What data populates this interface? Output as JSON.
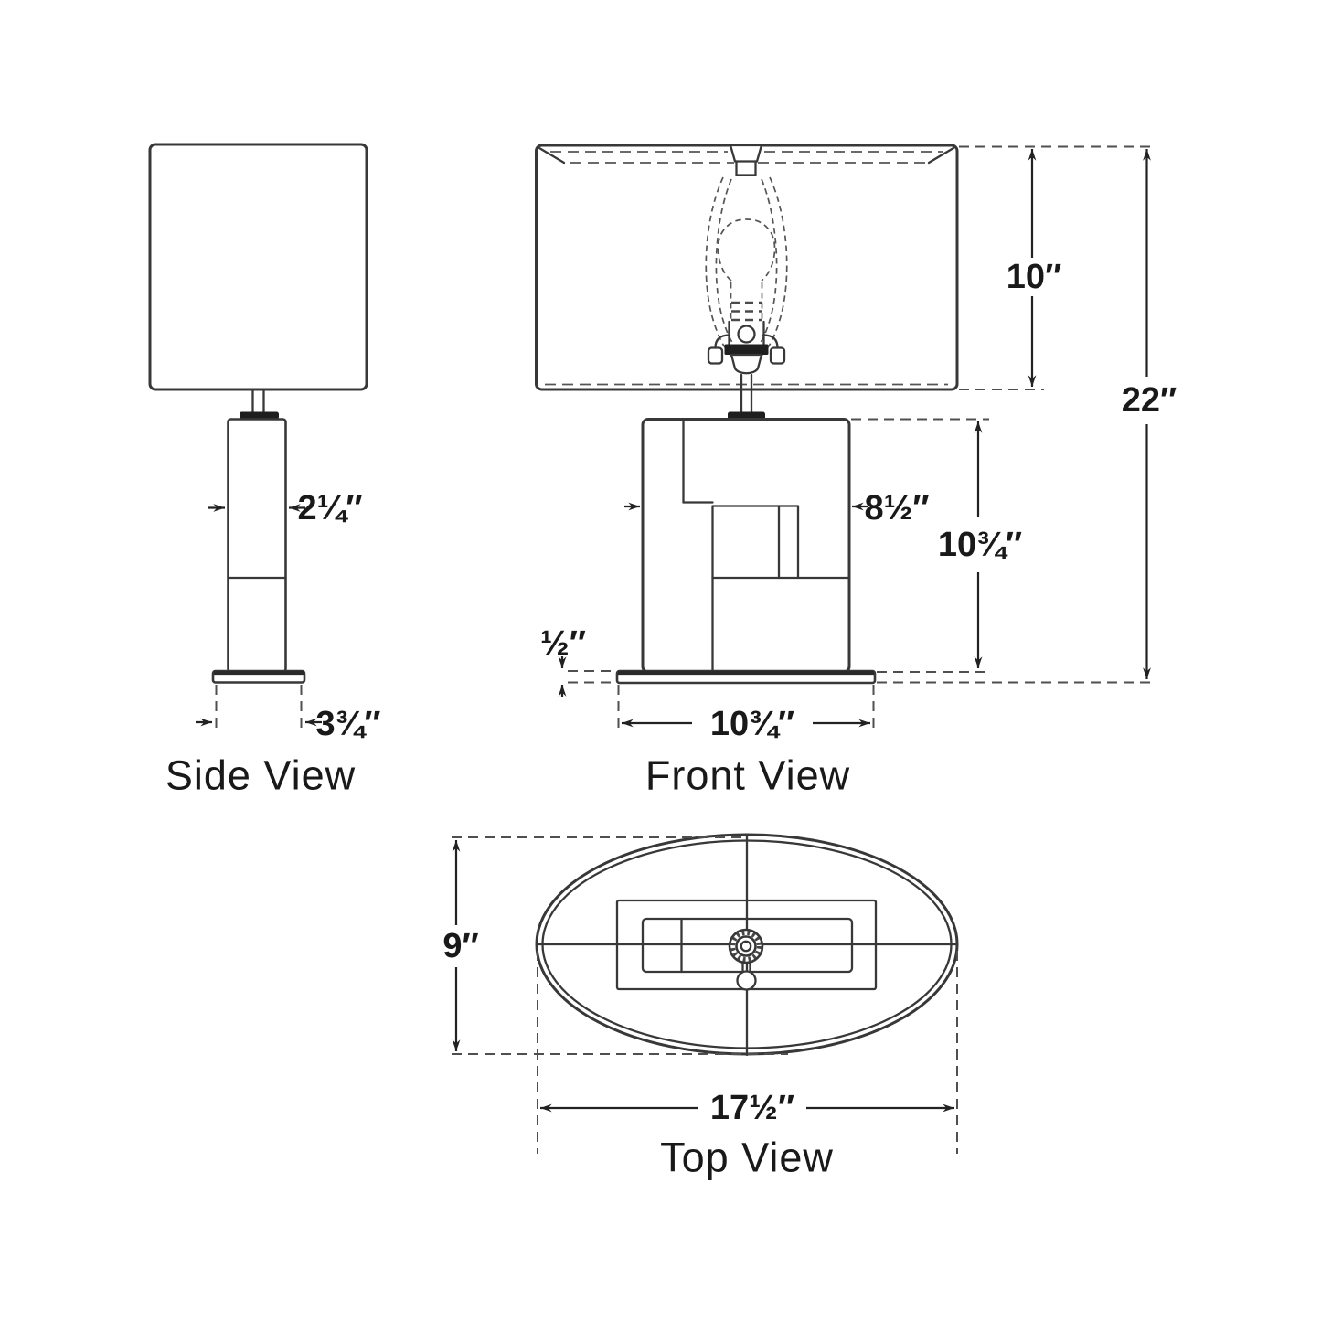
{
  "document": {
    "background": "#ffffff",
    "description": "Table lamp technical dimension drawing with three orthographic views"
  },
  "views": {
    "side": {
      "label": "Side View",
      "dimensions": {
        "column_width": "2¼″",
        "base_width": "3¾″"
      }
    },
    "front": {
      "label": "Front View",
      "dimensions": {
        "shade_height": "10″",
        "overall_height": "22″",
        "body_width": "8½″",
        "body_height": "10¾″",
        "base_thickness": "½″",
        "base_width": "10¾″"
      }
    },
    "top": {
      "label": "Top View",
      "dimensions": {
        "shade_depth": "9″",
        "shade_width": "17½″"
      }
    }
  },
  "colors": {
    "line": "#383838",
    "dashed": "#555555",
    "dark_fill": "#1e1e1e",
    "text": "#191919",
    "background": "#ffffff"
  }
}
